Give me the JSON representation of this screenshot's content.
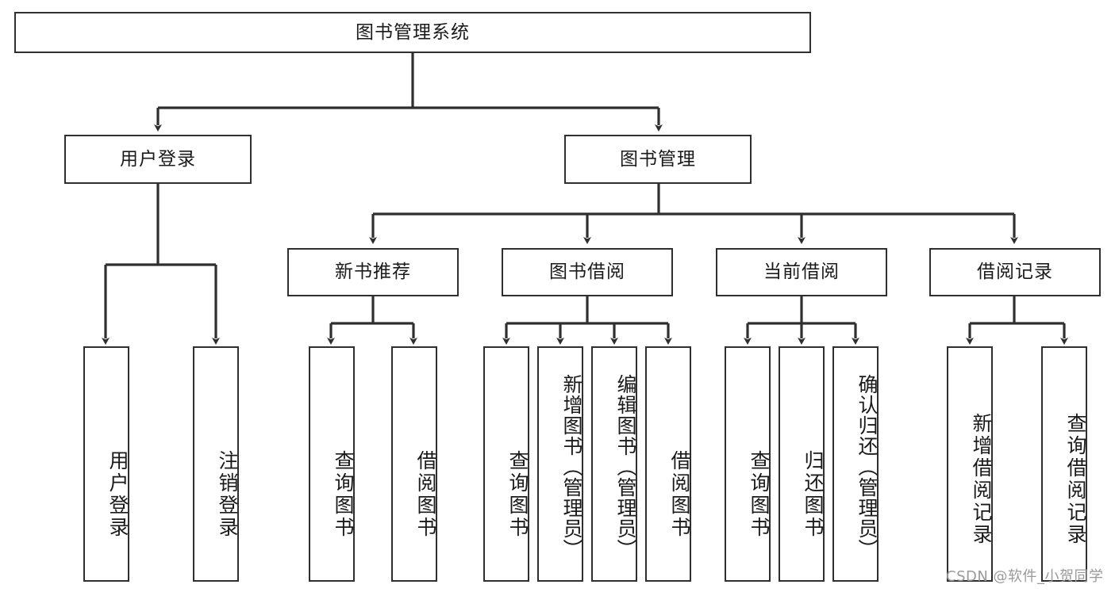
{
  "diagram": {
    "type": "tree-hierarchy",
    "title": "图书管理系统",
    "watermark": "CSDN @软件_小贺同学",
    "colors": {
      "node_border": "#2f2f2f",
      "node_fill": "#ffffff",
      "edge": "#2f2f2f",
      "text": "#1a1a1a",
      "watermark": "#9a9a9a"
    },
    "levels": {
      "root": {
        "label": "图书管理系统"
      },
      "level2": [
        {
          "id": "user-login",
          "label": "用户登录"
        },
        {
          "id": "book-manage",
          "label": "图书管理"
        }
      ],
      "level3": [
        {
          "id": "new-book-rec",
          "label": "新书推荐",
          "parent": "book-manage"
        },
        {
          "id": "book-borrow",
          "label": "图书借阅",
          "parent": "book-manage"
        },
        {
          "id": "current-borrow",
          "label": "当前借阅",
          "parent": "book-manage"
        },
        {
          "id": "borrow-record",
          "label": "借阅记录",
          "parent": "book-manage"
        }
      ],
      "leaves": [
        {
          "id": "leaf-user-login",
          "label": "用户登录",
          "parent": "user-login"
        },
        {
          "id": "leaf-logout",
          "label": "注销登录",
          "parent": "user-login"
        },
        {
          "id": "leaf-query-book-1",
          "label": "查询图书",
          "parent": "new-book-rec"
        },
        {
          "id": "leaf-borrow-book-1",
          "label": "借阅图书",
          "parent": "new-book-rec"
        },
        {
          "id": "leaf-query-book-2",
          "label": "查询图书",
          "parent": "book-borrow"
        },
        {
          "id": "leaf-add-book",
          "label": "新增图书（管理员）",
          "parent": "book-borrow"
        },
        {
          "id": "leaf-edit-book",
          "label": "编辑图书（管理员）",
          "parent": "book-borrow"
        },
        {
          "id": "leaf-borrow-book-2",
          "label": "借阅图书",
          "parent": "book-borrow"
        },
        {
          "id": "leaf-query-book-3",
          "label": "查询图书",
          "parent": "current-borrow"
        },
        {
          "id": "leaf-return-book",
          "label": "归还图书",
          "parent": "current-borrow"
        },
        {
          "id": "leaf-confirm-return",
          "label": "确认归还（管理员）",
          "parent": "current-borrow"
        },
        {
          "id": "leaf-add-record",
          "label": "新增借阅记录",
          "parent": "borrow-record"
        },
        {
          "id": "leaf-query-record",
          "label": "查询借阅记录",
          "parent": "borrow-record"
        }
      ]
    }
  }
}
